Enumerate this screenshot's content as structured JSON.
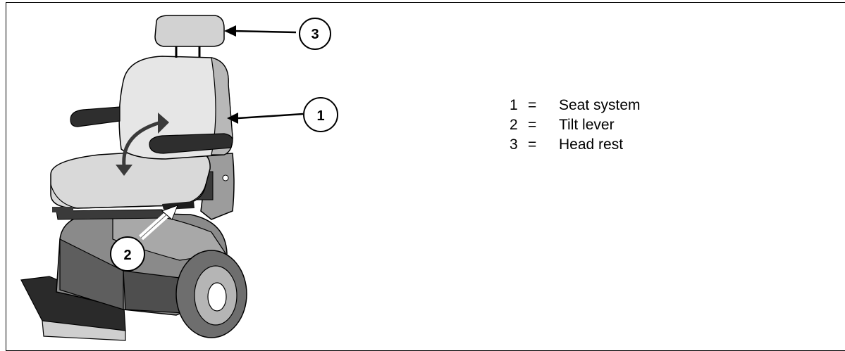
{
  "legend": [
    {
      "num": "1",
      "eq": "=",
      "label": "Seat system"
    },
    {
      "num": "2",
      "eq": "=",
      "label": "Tilt lever"
    },
    {
      "num": "3",
      "eq": "=",
      "label": "Head rest"
    }
  ],
  "callouts": {
    "one": "1",
    "two": "2",
    "three": "3"
  },
  "colors": {
    "seat": "#e2e2e2",
    "seat_side": "#b8b8b8",
    "base": "#8a8a8a",
    "base_dark": "#5a5a5a",
    "armrest": "#2e2e2e",
    "wheel": "#6e6e6e"
  }
}
